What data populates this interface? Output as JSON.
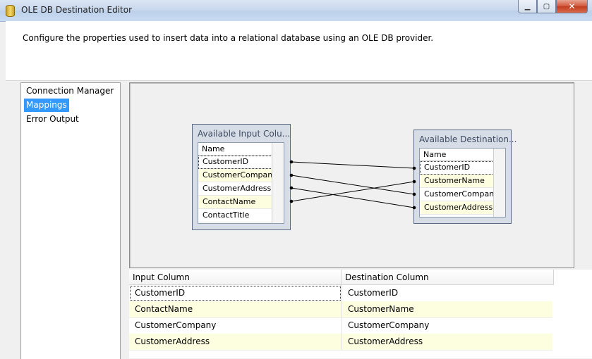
{
  "window": {
    "title": "OLE DB Destination Editor",
    "minimize": "▁",
    "maximize": "▢",
    "close": "✕"
  },
  "header": {
    "description": "Configure the properties used to insert data into a relational database using an OLE DB provider."
  },
  "nav": {
    "items": [
      {
        "label": "Connection Manager",
        "selected": false
      },
      {
        "label": "Mappings",
        "selected": true
      },
      {
        "label": "Error Output",
        "selected": false
      }
    ]
  },
  "input_table": {
    "title": "Available Input Colu...",
    "header": "Name",
    "rows": [
      "CustomerID",
      "CustomerCompany",
      "CustomerAddress",
      "ContactName",
      "ContactTitle"
    ]
  },
  "dest_table": {
    "title": "Available Destination...",
    "header": "Name",
    "rows": [
      "CustomerID",
      "CustomerName",
      "CustomerCompany",
      "CustomerAddress"
    ]
  },
  "mapping_grid": {
    "headers": {
      "input": "Input Column",
      "destination": "Destination Column"
    },
    "rows": [
      {
        "input": "CustomerID",
        "destination": "CustomerID"
      },
      {
        "input": "ContactName",
        "destination": "CustomerName"
      },
      {
        "input": "CustomerCompany",
        "destination": "CustomerCompany"
      },
      {
        "input": "CustomerAddress",
        "destination": "CustomerAddress"
      }
    ]
  },
  "colors": {
    "selection": "#3399ff",
    "alt_row": "#fdfde0"
  }
}
